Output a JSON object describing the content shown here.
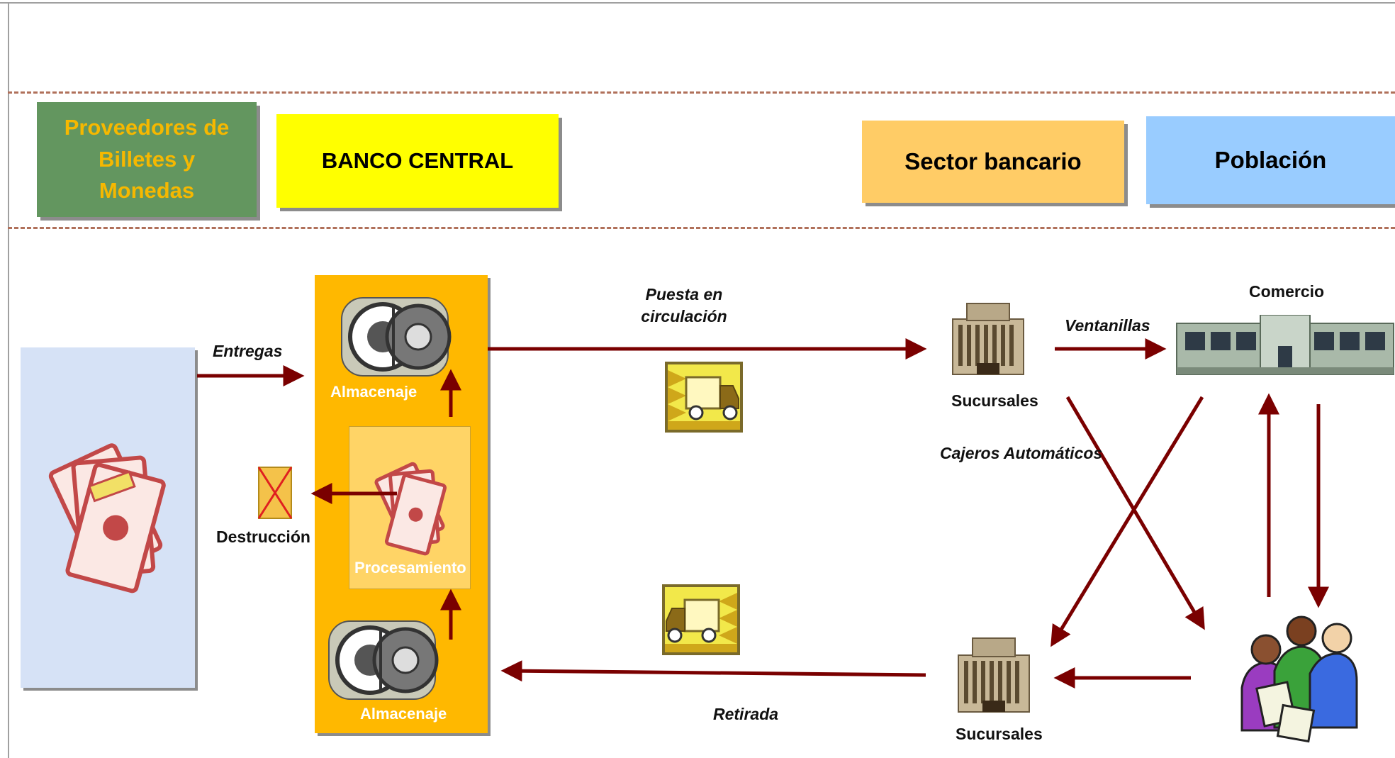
{
  "headers": {
    "proveedores": "Proveedores de Billetes y Monedas",
    "banco_central": "BANCO CENTRAL",
    "sector_bancario": "Sector bancario",
    "poblacion": "Población"
  },
  "labels": {
    "entregas": "Entregas",
    "almacenaje_top": "Almacenaje",
    "procesamiento": "Procesamiento",
    "almacenaje_bottom": "Almacenaje",
    "destruccion": "Destrucción",
    "puesta_en_circulacion": "Puesta en circulación",
    "retirada": "Retirada",
    "sucursales_top": "Sucursales",
    "sucursales_bottom": "Sucursales",
    "ventanillas": "Ventanillas",
    "cajeros": "Cajeros Automáticos",
    "comercio": "Comercio"
  },
  "colors": {
    "proveedores_bg": "#63965f",
    "proveedores_text": "#f6b800",
    "banco_bg": "#ffff00",
    "sector_bg": "#ffcc66",
    "poblacion_bg": "#99ccff",
    "vault_column": "#ffb800",
    "supplier_panel": "#d6e2f6",
    "arrow": "#7a0000"
  }
}
